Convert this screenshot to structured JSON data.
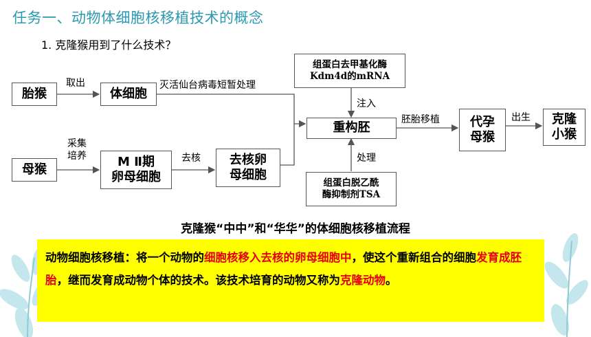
{
  "title": "任务一、动物体细胞核移植技术的概念",
  "question": "1. 克隆猴用到了什么技术？",
  "nodes": {
    "fetal_monkey": "胎猴",
    "somatic_cell": "体细胞",
    "mother_monkey": "母猴",
    "oocyte_line1": "M Ⅱ期",
    "oocyte_line2": "卵母细胞",
    "enucleated_line1": "去核卵",
    "enucleated_line2": "母细胞",
    "reconstructed_embryo": "重构胚",
    "demethylase_line1": "组蛋白去甲基化酶",
    "demethylase_line2": "Kdm4d的mRNA",
    "tsa_line1": "组蛋白脱乙酰",
    "tsa_line2": "酶抑制剂TSA",
    "surrogate_line1": "代孕",
    "surrogate_line2": "母猴",
    "clone_line1": "克隆",
    "clone_line2": "小猴"
  },
  "edge_labels": {
    "take_out": "取出",
    "inactivated_virus": "灭活仙台病毒短暂处理",
    "collect_line1": "采集",
    "collect_line2": "培养",
    "enucleate": "去核",
    "inject": "注入",
    "treat": "处理",
    "embryo_transfer": "胚胎移植",
    "birth": "出生"
  },
  "caption": "克隆猴“中中”和“华华”的体细胞核移植流程",
  "definition": {
    "p1": "动物细胞核移植：将一个动物的",
    "h1": "细胞核移入去核的卵母细胞中",
    "p2": "，使这个重新组合的细胞",
    "h2": "发育成胚胎",
    "p3": "，继而发育成动物个体的技术。该技术培育的动物又称为",
    "h3": "克隆动物",
    "p4": "。"
  },
  "colors": {
    "title": "#2a9ab0",
    "highlight_bg": "#ffff00",
    "highlight_text": "#e60012"
  }
}
